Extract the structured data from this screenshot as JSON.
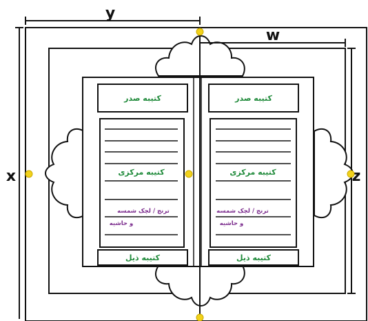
{
  "dimensions": {
    "y": "y",
    "w": "w",
    "x": "x",
    "z": "z"
  },
  "pages": {
    "left": {
      "top": "کتیبه صدر",
      "center": "کتیبه مرکزی",
      "note_line1": "ترنج / لچک شمسه",
      "note_line2": "و حاشیه",
      "bottom": "کتیبه ذیل"
    },
    "right": {
      "top": "کتیبه صدر",
      "center": "کتیبه مرکزی",
      "note_line1": "ترنج / لچک شمسه",
      "note_line2": "و حاشیه",
      "bottom": "کتیبه ذیل"
    }
  },
  "colors": {
    "line": "#111111",
    "green": "#1f8a3a",
    "purple": "#7a2a8c",
    "marker": "#f2d21b"
  }
}
